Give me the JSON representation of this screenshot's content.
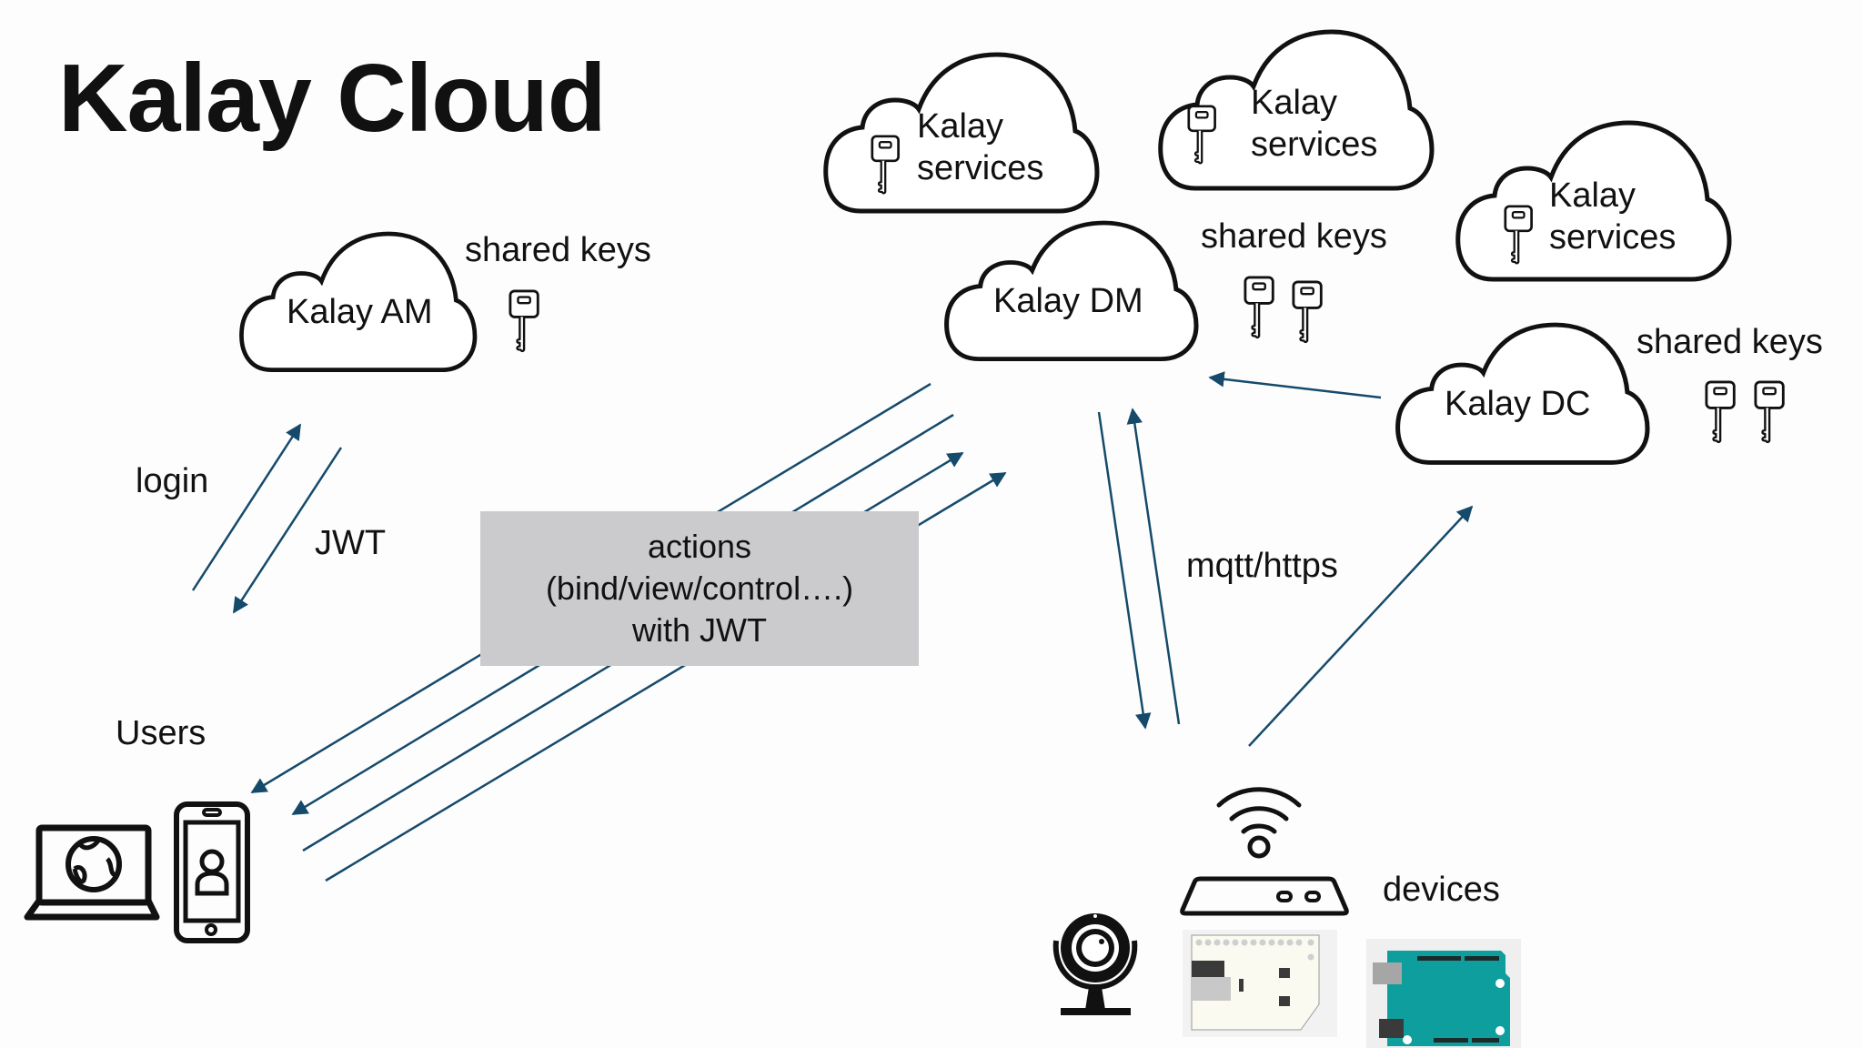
{
  "title": "Kalay Cloud",
  "colors": {
    "arrow": "#154a6b",
    "outline": "#111111",
    "actions_box_bg": "#cbcbcd",
    "arduino_board": "#0f9e9e",
    "background": "#fdfdfd"
  },
  "clouds": {
    "am": {
      "label": "Kalay AM"
    },
    "dm": {
      "label": "Kalay DM"
    },
    "dc": {
      "label": "Kalay DC"
    },
    "services": [
      {
        "line1": "Kalay",
        "line2": "services",
        "icon": "key-icon"
      },
      {
        "line1": "Kalay",
        "line2": "services",
        "icon": "key-icon"
      },
      {
        "line1": "Kalay",
        "line2": "services",
        "icon": "key-icon"
      }
    ]
  },
  "shared_keys": {
    "am": {
      "label": "shared keys",
      "key_count": 1
    },
    "dm": {
      "label": "shared keys",
      "key_count": 2
    },
    "dc": {
      "label": "shared keys",
      "key_count": 2
    }
  },
  "labels": {
    "login": "login",
    "jwt": "JWT",
    "mqtt": "mqtt/https",
    "users": "Users",
    "devices": "devices"
  },
  "actions": {
    "line1": "actions",
    "line2": "(bind/view/control….)",
    "line3": "with JWT"
  },
  "users_icons": [
    "laptop-globe-icon",
    "smartphone-user-icon"
  ],
  "device_icons": [
    "webcam-icon",
    "wifi-router-icon",
    "circuit-board-icon",
    "arduino-board-icon"
  ],
  "flows": [
    {
      "from": "users",
      "to": "kalay-am",
      "label": "login"
    },
    {
      "from": "kalay-am",
      "to": "users",
      "label": "JWT"
    },
    {
      "from": "kalay-dm",
      "to": "users",
      "label": "actions"
    },
    {
      "from": "kalay-dm",
      "to": "users",
      "label": "actions"
    },
    {
      "from": "users",
      "to": "kalay-dm",
      "label": "actions"
    },
    {
      "from": "users",
      "to": "kalay-dm",
      "label": "actions"
    },
    {
      "from": "kalay-dm",
      "to": "devices",
      "label": "mqtt/https"
    },
    {
      "from": "devices",
      "to": "kalay-dm",
      "label": "mqtt/https"
    },
    {
      "from": "devices",
      "to": "kalay-dc",
      "label": ""
    },
    {
      "from": "kalay-dc",
      "to": "kalay-dm",
      "label": ""
    }
  ]
}
